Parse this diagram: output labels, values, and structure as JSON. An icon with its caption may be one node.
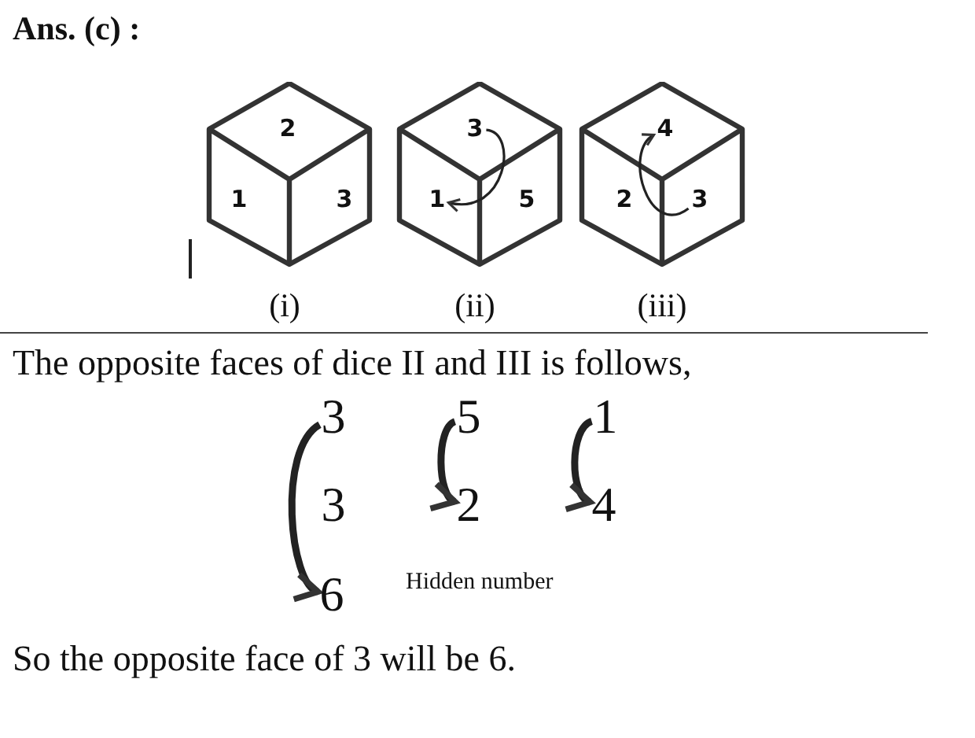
{
  "diagram": {
    "title": "Ans. (c) :",
    "nodes": [
      {
        "text": [],
        "shape": "cube",
        "beside": [
          "(i)"
        ]
      },
      {
        "text": [
          "2"
        ],
        "in": 0
      },
      {
        "text": [
          "1"
        ],
        "in": 0
      },
      {
        "text": [
          "3"
        ],
        "in": 0
      },
      {
        "text": [],
        "shape": "cube",
        "beside": [
          "(ii)"
        ]
      },
      {
        "text": [
          "3"
        ],
        "in": 4
      },
      {
        "text": [
          "1"
        ],
        "in": 4
      },
      {
        "text": [
          "5"
        ],
        "in": 4
      },
      {
        "text": [],
        "shape": "cube",
        "beside": [
          "(iii)"
        ]
      },
      {
        "text": [
          "4"
        ],
        "in": 8
      },
      {
        "text": [
          "2"
        ],
        "in": 8
      },
      {
        "text": [
          "3"
        ],
        "in": 8
      },
      {
        "text": [
          "3"
        ]
      },
      {
        "text": [
          "5"
        ]
      },
      {
        "text": [
          "1"
        ]
      },
      {
        "text": [
          "3"
        ]
      },
      {
        "text": [
          "2"
        ]
      },
      {
        "text": [
          "4"
        ]
      },
      {
        "text": [
          "6"
        ]
      }
    ],
    "edges": [
      {
        "from": 5,
        "to": 6,
        "arrow": "to"
      },
      {
        "from": 11,
        "to": 9,
        "arrow": "to"
      },
      {
        "from": 12,
        "to": 18,
        "arrow": "to"
      },
      {
        "from": 13,
        "to": 16,
        "arrow": "to"
      },
      {
        "from": 14,
        "to": 17,
        "arrow": "to"
      }
    ],
    "labels": [
      "The opposite faces of dice II and III is follows,",
      "Hidden number",
      "So the opposite face of 3 will be 6."
    ]
  }
}
